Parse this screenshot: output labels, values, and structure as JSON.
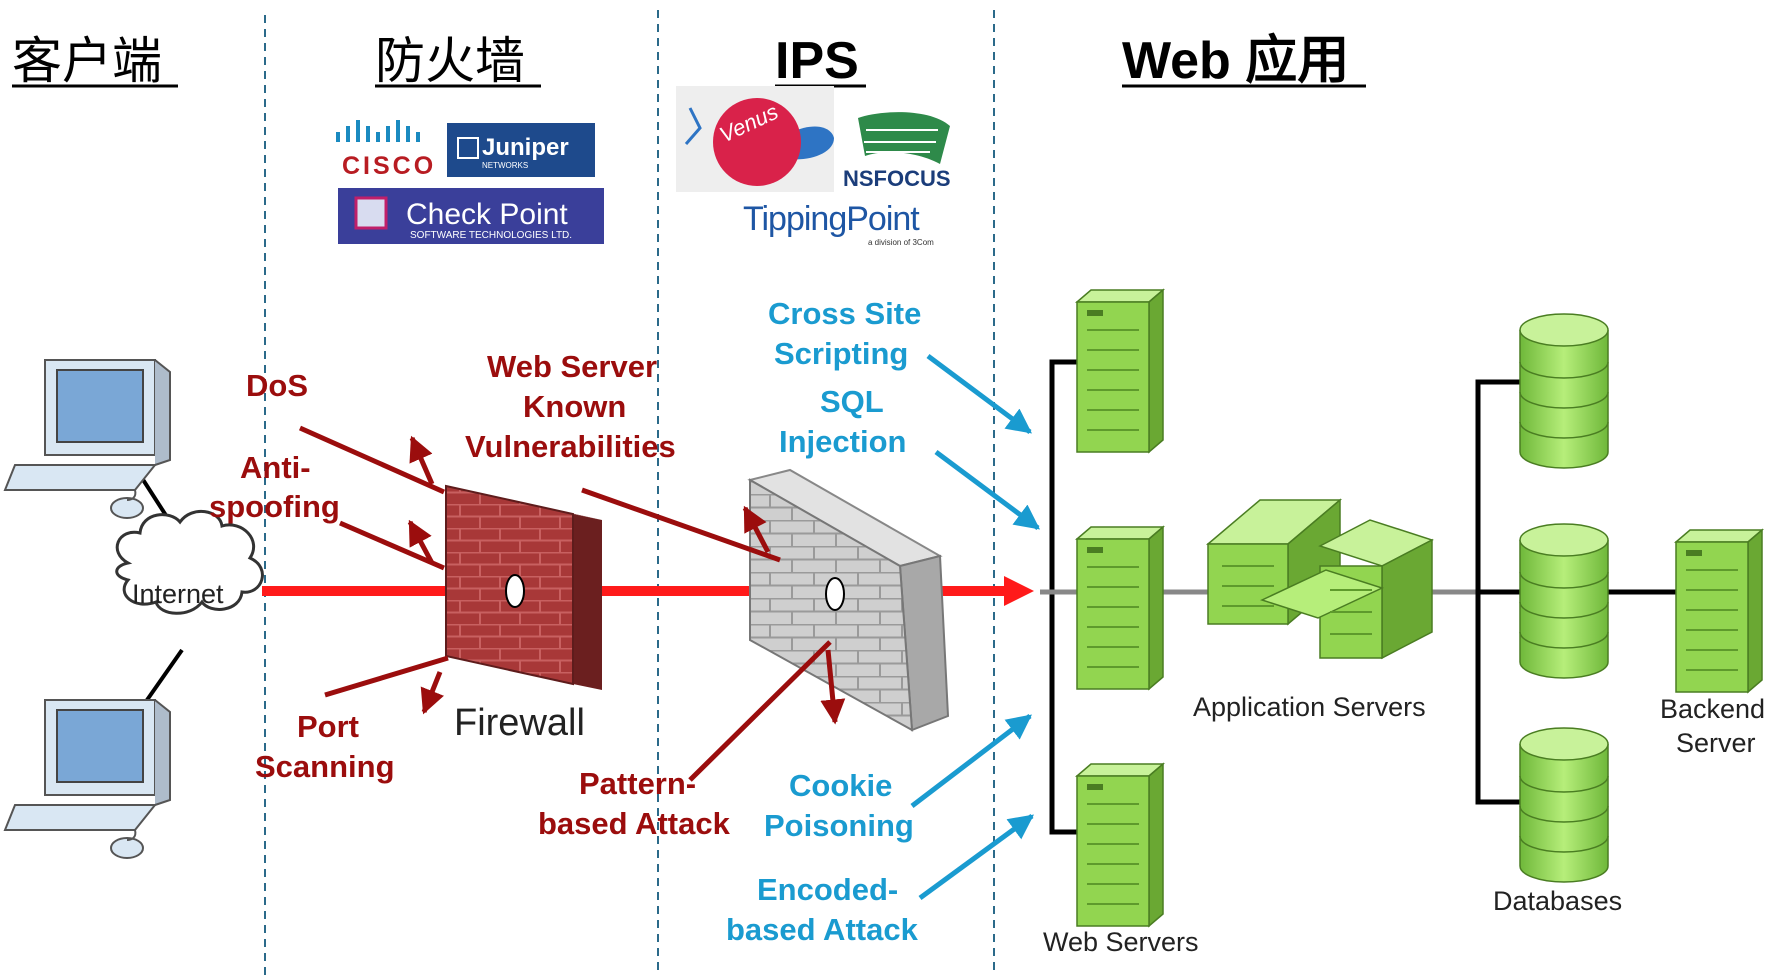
{
  "headers": {
    "client": "客户端",
    "firewall": "防火墙",
    "ips": "IPS",
    "web_app": "Web 应用"
  },
  "vendors": {
    "firewall": {
      "cisco": "CISCO",
      "juniper": "Juniper",
      "juniper_sub": "NETWORKS",
      "checkpoint": "Check Point",
      "checkpoint_sub": "SOFTWARE TECHNOLOGIES LTD."
    },
    "ips": {
      "venus": "Venus",
      "nsfocus": "NSFOCUS",
      "tippingpoint": "TippingPoint",
      "tippingpoint_sub": "a division of 3Com"
    }
  },
  "network": {
    "internet": "Internet",
    "firewall_label": "Firewall"
  },
  "threats": {
    "dos": "DoS",
    "anti": "Anti-",
    "spoofing": "spoofing",
    "port": "Port",
    "scanning": "Scanning",
    "ws1": "Web Server",
    "ws2": "Known",
    "ws3": "Vulnerabilities",
    "pat1": "Pattern-",
    "pat2": "based Attack"
  },
  "web_attacks": {
    "xss1": "Cross Site",
    "xss2": "Scripting",
    "sql1": "SQL",
    "sql2": "Injection",
    "cookie1": "Cookie",
    "cookie2": "Poisoning",
    "enc1": "Encoded-",
    "enc2": "based Attack"
  },
  "tiers": {
    "web_servers": "Web Servers",
    "app_servers": "Application Servers",
    "databases": "Databases",
    "backend1": "Backend",
    "backend2": "Server"
  },
  "colors": {
    "threat": "#9b0d0d",
    "web_attack": "#1a9bd0",
    "traffic_arrow": "#ff1a1a",
    "server_green": "#8fd44a"
  }
}
